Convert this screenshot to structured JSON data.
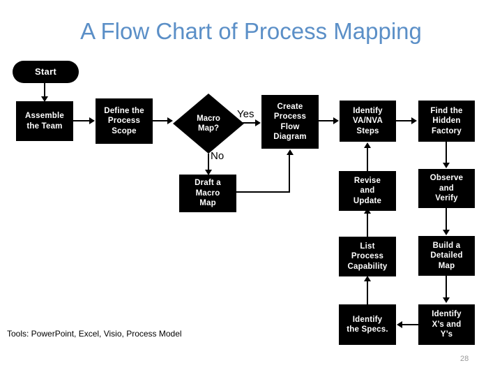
{
  "slide": {
    "title": "A Flow Chart of Process Mapping",
    "footer": "Tools: PowerPoint, Excel, Visio, Process Model",
    "slide_number": "28",
    "title_color": "#5b8fc7",
    "node_fill": "#000000",
    "node_text_color": "#ffffff",
    "background": "#ffffff"
  },
  "flowchart": {
    "type": "flowchart",
    "nodes": [
      {
        "id": "start",
        "label": "Start",
        "shape": "rounded-rectangle"
      },
      {
        "id": "assemble",
        "label": "Assemble\nthe Team",
        "shape": "rectangle"
      },
      {
        "id": "define",
        "label": "Define the\nProcess\nScope",
        "shape": "rectangle"
      },
      {
        "id": "macro",
        "label": "Macro\nMap?",
        "shape": "diamond"
      },
      {
        "id": "draft",
        "label": "Draft a\nMacro\nMap",
        "shape": "rectangle"
      },
      {
        "id": "create",
        "label": "Create\nProcess\nFlow\nDiagram",
        "shape": "rectangle"
      },
      {
        "id": "vanva",
        "label": "Identify\nVA/NVA\nSteps",
        "shape": "rectangle"
      },
      {
        "id": "hidden",
        "label": "Find the\nHidden\nFactory",
        "shape": "rectangle"
      },
      {
        "id": "revise",
        "label": "Revise\nand\nUpdate",
        "shape": "rectangle"
      },
      {
        "id": "observe",
        "label": "Observe\nand\nVerify",
        "shape": "rectangle"
      },
      {
        "id": "listcap",
        "label": "List\nProcess\nCapability",
        "shape": "rectangle"
      },
      {
        "id": "builddetail",
        "label": "Build a\nDetailed\nMap",
        "shape": "rectangle"
      },
      {
        "id": "specs",
        "label": "Identify\nthe Specs.",
        "shape": "rectangle"
      },
      {
        "id": "xsys",
        "label": "Identify\nX’s and\nY’s",
        "shape": "rectangle"
      }
    ],
    "edges": [
      {
        "from": "start",
        "to": "assemble",
        "label": ""
      },
      {
        "from": "assemble",
        "to": "define",
        "label": ""
      },
      {
        "from": "define",
        "to": "macro",
        "label": ""
      },
      {
        "from": "macro",
        "to": "create",
        "label": "Yes"
      },
      {
        "from": "macro",
        "to": "draft",
        "label": "No"
      },
      {
        "from": "draft",
        "to": "create",
        "label": ""
      },
      {
        "from": "create",
        "to": "vanva",
        "label": ""
      },
      {
        "from": "vanva",
        "to": "hidden",
        "label": ""
      },
      {
        "from": "hidden",
        "to": "observe",
        "label": ""
      },
      {
        "from": "observe",
        "to": "builddetail",
        "label": ""
      },
      {
        "from": "builddetail",
        "to": "xsys",
        "label": ""
      },
      {
        "from": "xsys",
        "to": "specs",
        "label": ""
      },
      {
        "from": "specs",
        "to": "listcap",
        "label": ""
      },
      {
        "from": "listcap",
        "to": "revise",
        "label": ""
      },
      {
        "from": "revise",
        "to": "vanva",
        "label": ""
      }
    ],
    "edge_labels": {
      "yes": "Yes",
      "no": "No"
    }
  }
}
